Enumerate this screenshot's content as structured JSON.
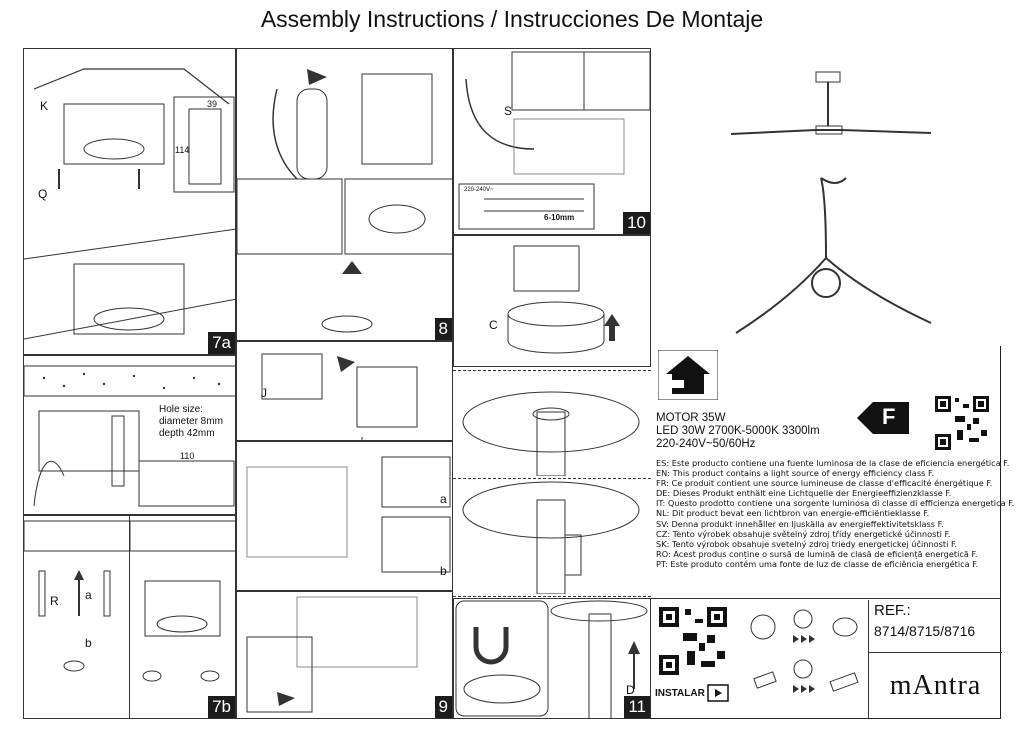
{
  "title": "Assembly Instructions / Instrucciones De Montaje",
  "steps": {
    "s7a": "7a",
    "s7b": "7b",
    "s8": "8",
    "s9": "9",
    "s10": "10",
    "s11": "11"
  },
  "labels": {
    "K": "K",
    "Q": "Q",
    "R": "R",
    "J": "J",
    "S": "S",
    "C": "C",
    "D": "D",
    "a": "a",
    "b": "b",
    "dim39": "39",
    "dim114": "114",
    "dim110": "110",
    "hole_size": "Hole size:",
    "diameter": "diameter 8mm",
    "depth": "depth 42mm",
    "wire_len": "6-10mm",
    "voltage_tag": "220-240V~",
    "instalar": "INSTALAR"
  },
  "specs": {
    "motor": "MOTOR 35W",
    "led": "LED 30W 2700K-5000K 3300lm",
    "voltage": "220-240V~50/60Hz"
  },
  "energy_class": "F",
  "energy_notes": [
    "ES: Este producto contiene una fuente luminosa de la clase de eficiencia energética F.",
    "EN: This product contains a light source of energy efficiency class F.",
    "FR: Ce produit contient une source lumineuse de classe d'efficacité énergétique F.",
    "DE: Dieses Produkt enthält eine Lichtquelle der Energieeffizienzklasse F.",
    "IT: Questo prodotto contiene una sorgente luminosa di classe di efficienza energetica F.",
    "NL: Dit product bevat een lichtbron van energie-efficiëntieklasse F.",
    "SV: Denna produkt innehåller en ljuskälla av energieffektivitetsklass F.",
    "CZ: Tento výrobek obsahuje světelný zdroj třídy energetické účinnosti F.",
    "SK: Tento výrobok obsahuje svetelný zdroj triedy energetickej účinnosti F.",
    "RO: Acest produs conține o sursă de lumină de clasă de eficiență energetică F.",
    "PT: Este produto contém uma fonte de luz de classe de eficiência energética F."
  ],
  "ref_label": "REF.:",
  "ref_codes": "8714/8715/8716",
  "brand": "mAntra",
  "icons": [
    "house-indoor-icon",
    "energy-label-icon",
    "qr-code-icon",
    "recycle-icon",
    "led-icon",
    "person-icon",
    "magnet-icon",
    "video-icon"
  ]
}
